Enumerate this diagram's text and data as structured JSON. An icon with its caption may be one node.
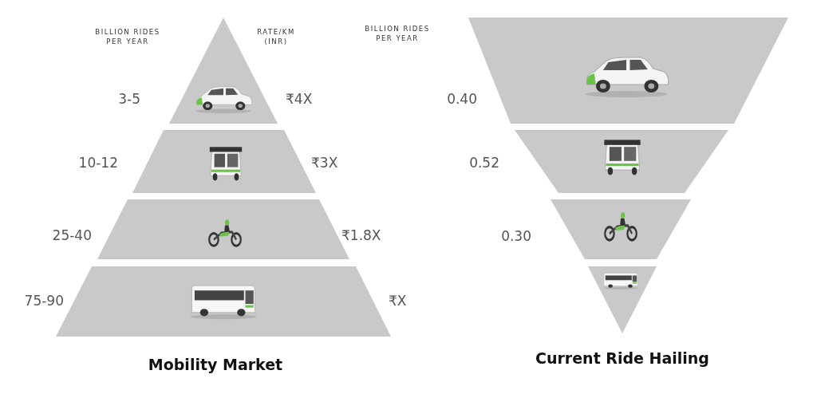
{
  "diagram": {
    "nodes": [
      {
        "text": [],
        "shape": "triangle",
        "beside": [
          "3-5",
          "₹4X"
        ]
      },
      {
        "text": [],
        "shape": "picture",
        "in": 0
      },
      {
        "text": [],
        "shape": "trapezoid",
        "beside": [
          "10-12",
          "₹3X"
        ]
      },
      {
        "text": [],
        "shape": "picture",
        "in": 2
      },
      {
        "text": [],
        "shape": "trapezoid",
        "beside": [
          "25-40",
          "₹1.8X"
        ]
      },
      {
        "text": [],
        "shape": "picture",
        "in": 4
      },
      {
        "text": [],
        "shape": "trapezoid",
        "beside": [
          "75-90",
          "₹X"
        ]
      },
      {
        "text": [],
        "shape": "picture",
        "in": 6
      },
      {
        "text": [],
        "shape": "trapezoid",
        "beside": [
          "0.40"
        ]
      },
      {
        "text": [],
        "shape": "picture",
        "in": 8
      },
      {
        "text": [],
        "shape": "trapezoid",
        "beside": [
          "0.52"
        ]
      },
      {
        "text": [],
        "shape": "picture",
        "in": 10
      },
      {
        "text": [],
        "shape": "trapezoid",
        "beside": [
          "0.30"
        ]
      },
      {
        "text": [],
        "shape": "picture",
        "in": 12
      },
      {
        "text": [],
        "shape": "triangle"
      },
      {
        "text": [],
        "shape": "picture",
        "in": 14
      }
    ],
    "edges": [],
    "labels": [
      "BILLION RIDES PER YEAR",
      "RATE/KM (INR)",
      "BILLION RIDES PER YEAR",
      "Mobility Market",
      "Current Ride Hailing"
    ]
  }
}
